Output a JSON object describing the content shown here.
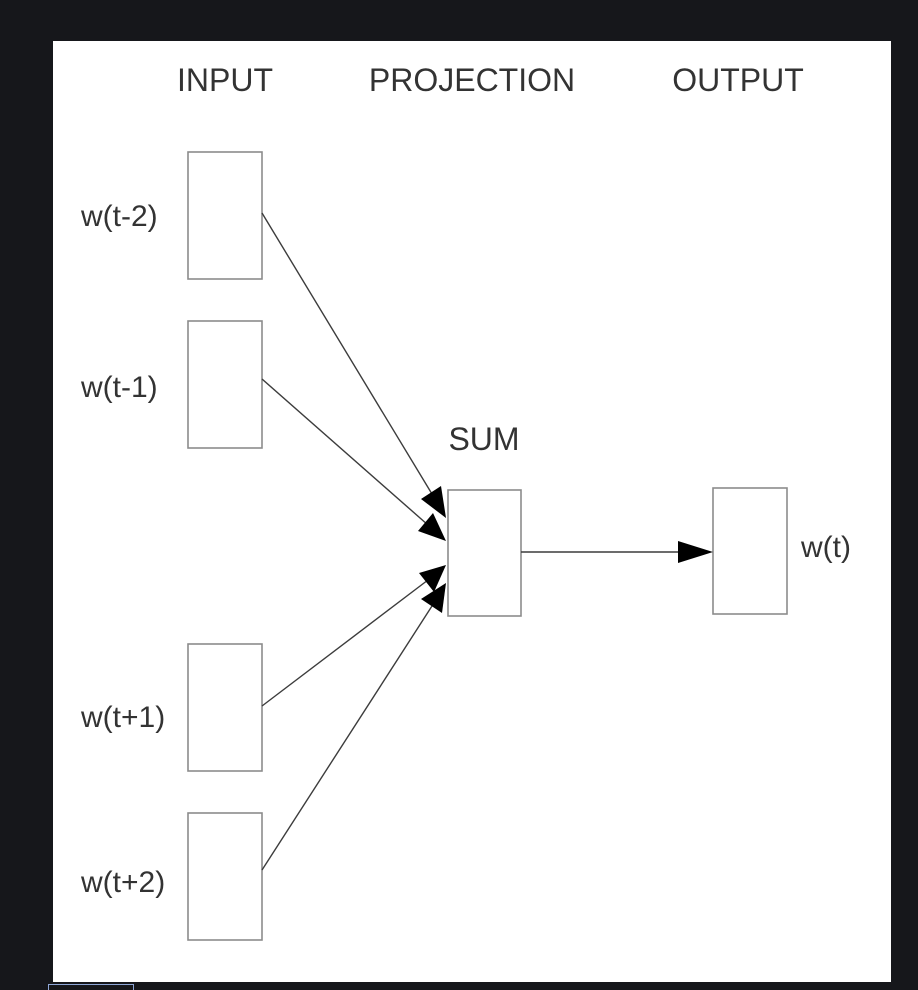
{
  "columns": {
    "input": "INPUT",
    "projection": "PROJECTION",
    "output": "OUTPUT"
  },
  "inputs": [
    {
      "label": "w(t-2)"
    },
    {
      "label": "w(t-1)"
    },
    {
      "label": "w(t+1)"
    },
    {
      "label": "w(t+2)"
    }
  ],
  "projection": {
    "label": "SUM"
  },
  "output": {
    "label": "w(t)"
  },
  "colors": {
    "background": "#16171b",
    "panel": "#ffffff",
    "box_stroke": "#8c8c8c",
    "edge": "#3c3c3c",
    "text": "#333333"
  }
}
